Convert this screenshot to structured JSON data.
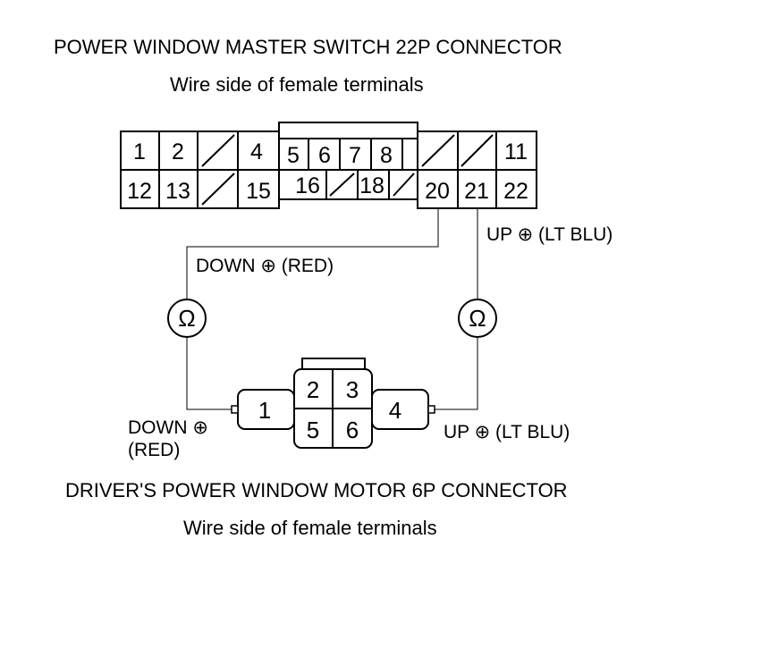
{
  "top_connector": {
    "title": "POWER WINDOW MASTER SWITCH 22P CONNECTOR",
    "subtitle": "Wire side of female terminals",
    "terminals": [
      "1",
      "2",
      "4",
      "5",
      "6",
      "7",
      "8",
      "11",
      "12",
      "13",
      "15",
      "16",
      "18",
      "20",
      "21",
      "22"
    ]
  },
  "bottom_connector": {
    "title": "DRIVER'S POWER WINDOW MOTOR 6P CONNECTOR",
    "subtitle": "Wire side of female terminals",
    "terminals": [
      "1",
      "2",
      "3",
      "4",
      "5",
      "6"
    ]
  },
  "wire_labels": {
    "down_top": "DOWN ⊕ (RED)",
    "up_top": "UP ⊕ (LT BLU)",
    "down_bottom_line1": "DOWN ⊕",
    "down_bottom_line2": "(RED)",
    "up_bottom": "UP ⊕ (LT BLU)"
  },
  "meters": {
    "symbol": "Ω"
  }
}
